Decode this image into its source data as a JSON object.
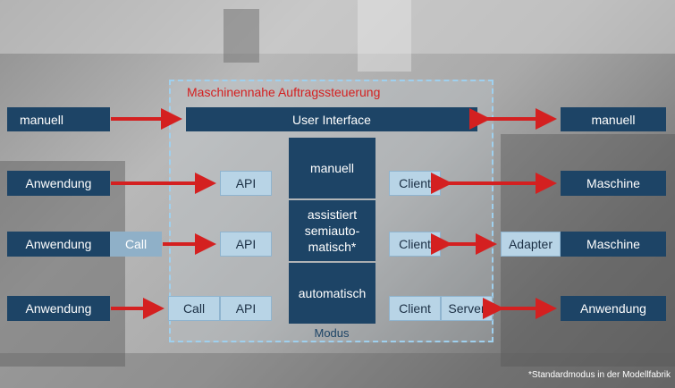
{
  "title": "Maschinennahe Auftragssteuerung",
  "footnote": "*Standardmodus in der Modellfabrik",
  "modus": {
    "label": "Modus",
    "manual": "manuell",
    "assisted": "assistiert semiauto-matisch*",
    "automatic": "automatisch"
  },
  "center": {
    "user_interface": "User Interface",
    "api": "API",
    "call": "Call",
    "client": "Client",
    "server": "Server",
    "adapter": "Adapter"
  },
  "left": {
    "manual": "manuell",
    "app": "Anwendung",
    "call": "Call"
  },
  "right": {
    "manual": "manuell",
    "machine": "Maschine",
    "app": "Anwendung"
  },
  "colors": {
    "dark_box": "#1d4466",
    "light_box": "#b8d4e6",
    "arrow": "#d42020",
    "title": "#d42020",
    "frame": "#9fd0ee"
  }
}
